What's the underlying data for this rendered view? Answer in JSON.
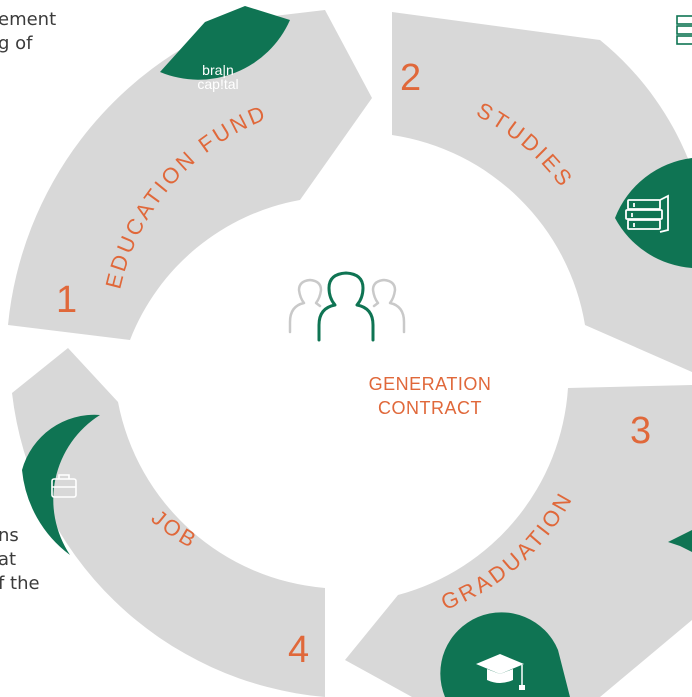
{
  "side_text": {
    "top_lines": "ement\ng of",
    "bottom_lines": "ns\nat\nf the"
  },
  "center": {
    "line1": "GENERATION",
    "line2": "CONTRACT"
  },
  "segments": [
    {
      "number": "1",
      "label": "EDUCATION FUND",
      "icon": "brain-capital-logo"
    },
    {
      "number": "2",
      "label": "STUDIES",
      "icon": "books-icon"
    },
    {
      "number": "3",
      "label": "GRADUATION",
      "icon": "graduation-cap-icon"
    },
    {
      "number": "4",
      "label": "JOB",
      "icon": "briefcase-icon"
    }
  ],
  "logo": {
    "line1": "bra|n",
    "line2": "cap!tal"
  },
  "colors": {
    "segment_fill": "#d8d8d8",
    "accent_green": "#0f7453",
    "accent_orange": "#e0683a",
    "icon_grey": "#c9c9c9"
  }
}
